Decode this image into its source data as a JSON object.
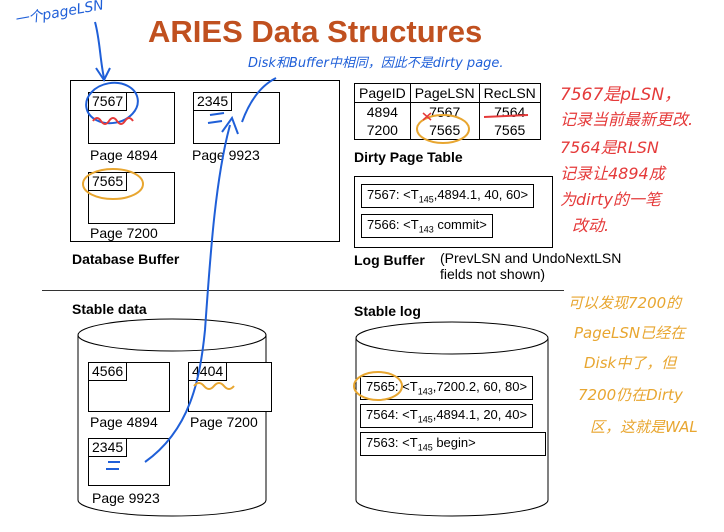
{
  "title": "ARIES Data Structures",
  "database_buffer": {
    "label": "Database Buffer",
    "pages": [
      {
        "id": "7567",
        "label": "Page 4894"
      },
      {
        "id": "2345",
        "label": "Page 9923"
      },
      {
        "id": "7565",
        "label": "Page 7200"
      }
    ]
  },
  "dirty_page_table": {
    "label": "Dirty Page Table",
    "headers": [
      "PageID",
      "PageLSN",
      "RecLSN"
    ],
    "rows": [
      [
        "4894",
        "7567",
        "7564"
      ],
      [
        "7200",
        "7565",
        "7565"
      ]
    ]
  },
  "log_buffer": {
    "label": "Log Buffer",
    "note_line1": "(PrevLSN and UndoNextLSN",
    "note_line2": "fields not shown)",
    "records": [
      {
        "pre": "7567: <T",
        "sub": "145",
        "post": ",4894.1, 40, 60>"
      },
      {
        "pre": "7566: <T",
        "sub": "143",
        "post": " commit>"
      }
    ]
  },
  "stable_data": {
    "label": "Stable data",
    "pages": [
      {
        "id": "4566",
        "label": "Page 4894"
      },
      {
        "id": "4404",
        "label": "Page 7200"
      },
      {
        "id": "2345",
        "label": "Page 9923"
      }
    ]
  },
  "stable_log": {
    "label": "Stable log",
    "records": [
      {
        "pre": "7565: <T",
        "sub": "143",
        "post": ",7200.2, 60, 80>"
      },
      {
        "pre": "7564: <T",
        "sub": "145",
        "post": ",4894.1, 20, 40>"
      },
      {
        "pre": "7563: <T",
        "sub": "145",
        "post": " begin>"
      }
    ]
  },
  "annotations": {
    "top_left": "一个pageLSN",
    "disk_buffer": "Disk和Buffer中相同，因此不是dirty page.",
    "red_1": "7567是pLSN，",
    "red_2": "记录当前最新更改.",
    "red_3": "7564是RLSN",
    "red_4": "记录让4894成",
    "red_5": "为dirty的一笔",
    "red_6": "改动.",
    "orange_1": "可以发现7200的",
    "orange_2": "PageLSN已经在",
    "orange_3": "Disk中了，但",
    "orange_4": "7200仍在Dirty",
    "orange_5": "区，这就是WAL"
  },
  "colors": {
    "title": "#c0501f",
    "blue_ink": "#1f5fd8",
    "red_ink": "#e53a3a",
    "orange_ink": "#e8a630"
  }
}
